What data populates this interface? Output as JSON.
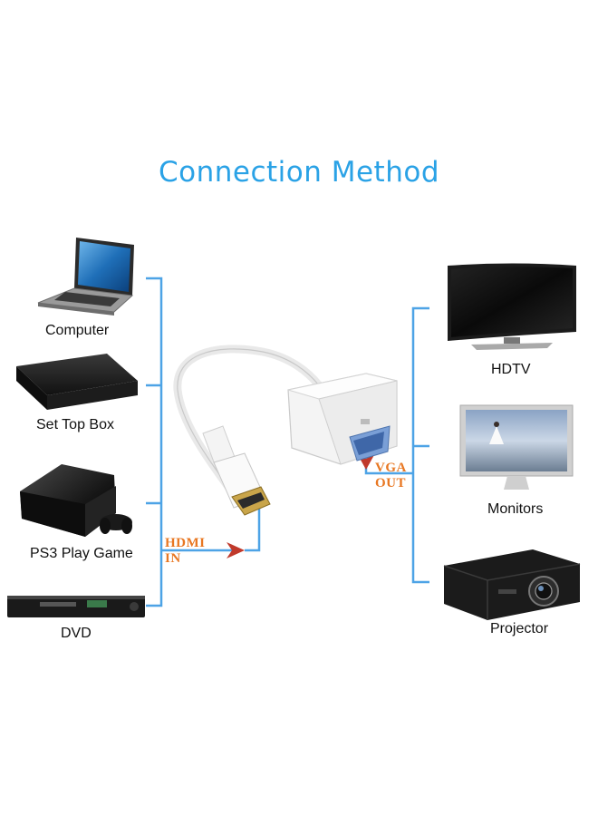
{
  "title": "Connection Method",
  "sources": [
    {
      "label": "Computer",
      "icon": "laptop-icon"
    },
    {
      "label": "Set Top Box",
      "icon": "set-top-box-icon"
    },
    {
      "label": "PS3 Play Game",
      "icon": "game-console-icon"
    },
    {
      "label": "DVD",
      "icon": "dvd-player-icon"
    }
  ],
  "outputs": [
    {
      "label": "HDTV",
      "icon": "tv-icon"
    },
    {
      "label": "Monitors",
      "icon": "monitor-icon"
    },
    {
      "label": "Projector",
      "icon": "projector-icon"
    }
  ],
  "input_port": {
    "line1": "HDMI",
    "line2": "IN"
  },
  "output_port": {
    "line1": "VGA",
    "line2": "OUT"
  },
  "colors": {
    "title": "#2aa2e6",
    "bracket": "#4da3e6",
    "port_text": "#e87722",
    "arrow": "#c0392b"
  }
}
